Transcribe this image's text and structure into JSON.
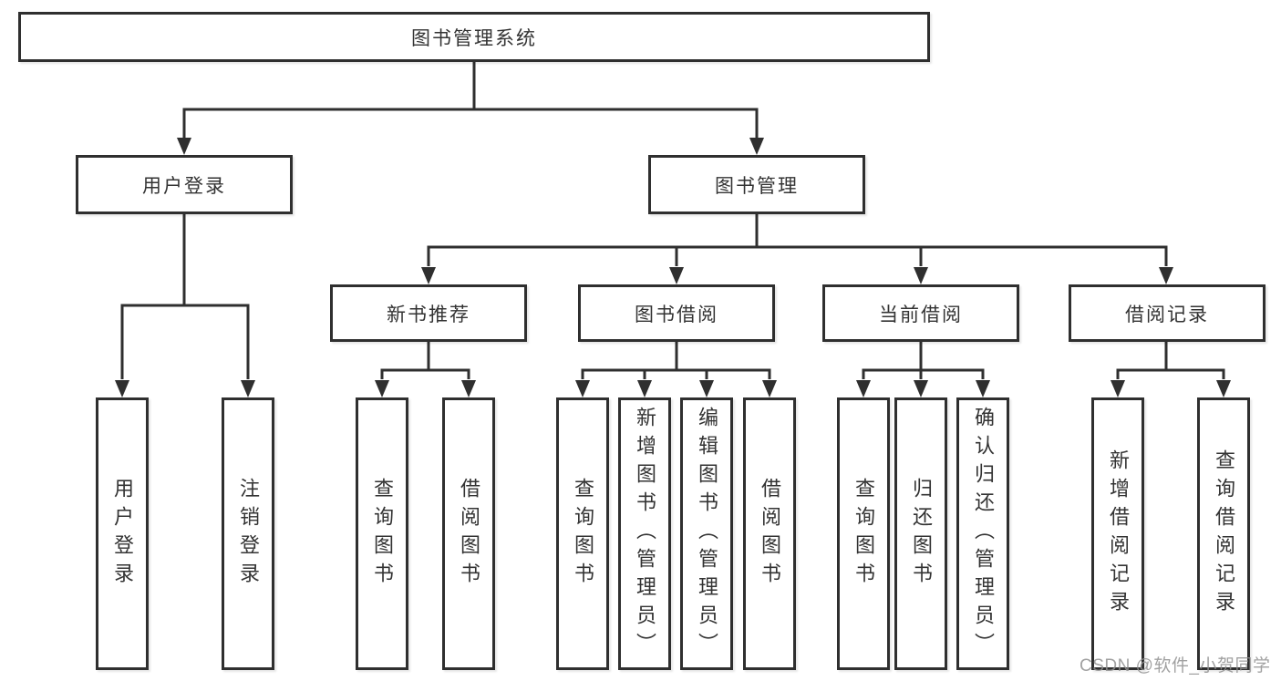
{
  "diagram": {
    "title": "图书管理系统",
    "type": "functional-structure-tree",
    "colors": {
      "line": "#2f2f2f",
      "box_border": "#2f2f2f",
      "text": "#333333",
      "watermark": "#919191",
      "background": "#ffffff"
    },
    "nodes": {
      "root": "图书管理系统",
      "level2": [
        "用户登录",
        "图书管理"
      ],
      "level3": [
        "新书推荐",
        "图书借阅",
        "当前借阅",
        "借阅记录"
      ],
      "leaves": {
        "user_login": [
          "用户登录",
          "注销登录"
        ],
        "new_book_recommend": [
          "查询图书",
          "借阅图书"
        ],
        "book_borrow": [
          "查询图书",
          "新增图书（管理员）",
          "编辑图书（管理员）",
          "借阅图书"
        ],
        "current_borrow": [
          "查询图书",
          "归还图书",
          "确认归还（管理员）"
        ],
        "borrow_records": [
          "新增借阅记录",
          "查询借阅记录"
        ]
      }
    },
    "watermark": "CSDN @软件_小贺同学"
  }
}
